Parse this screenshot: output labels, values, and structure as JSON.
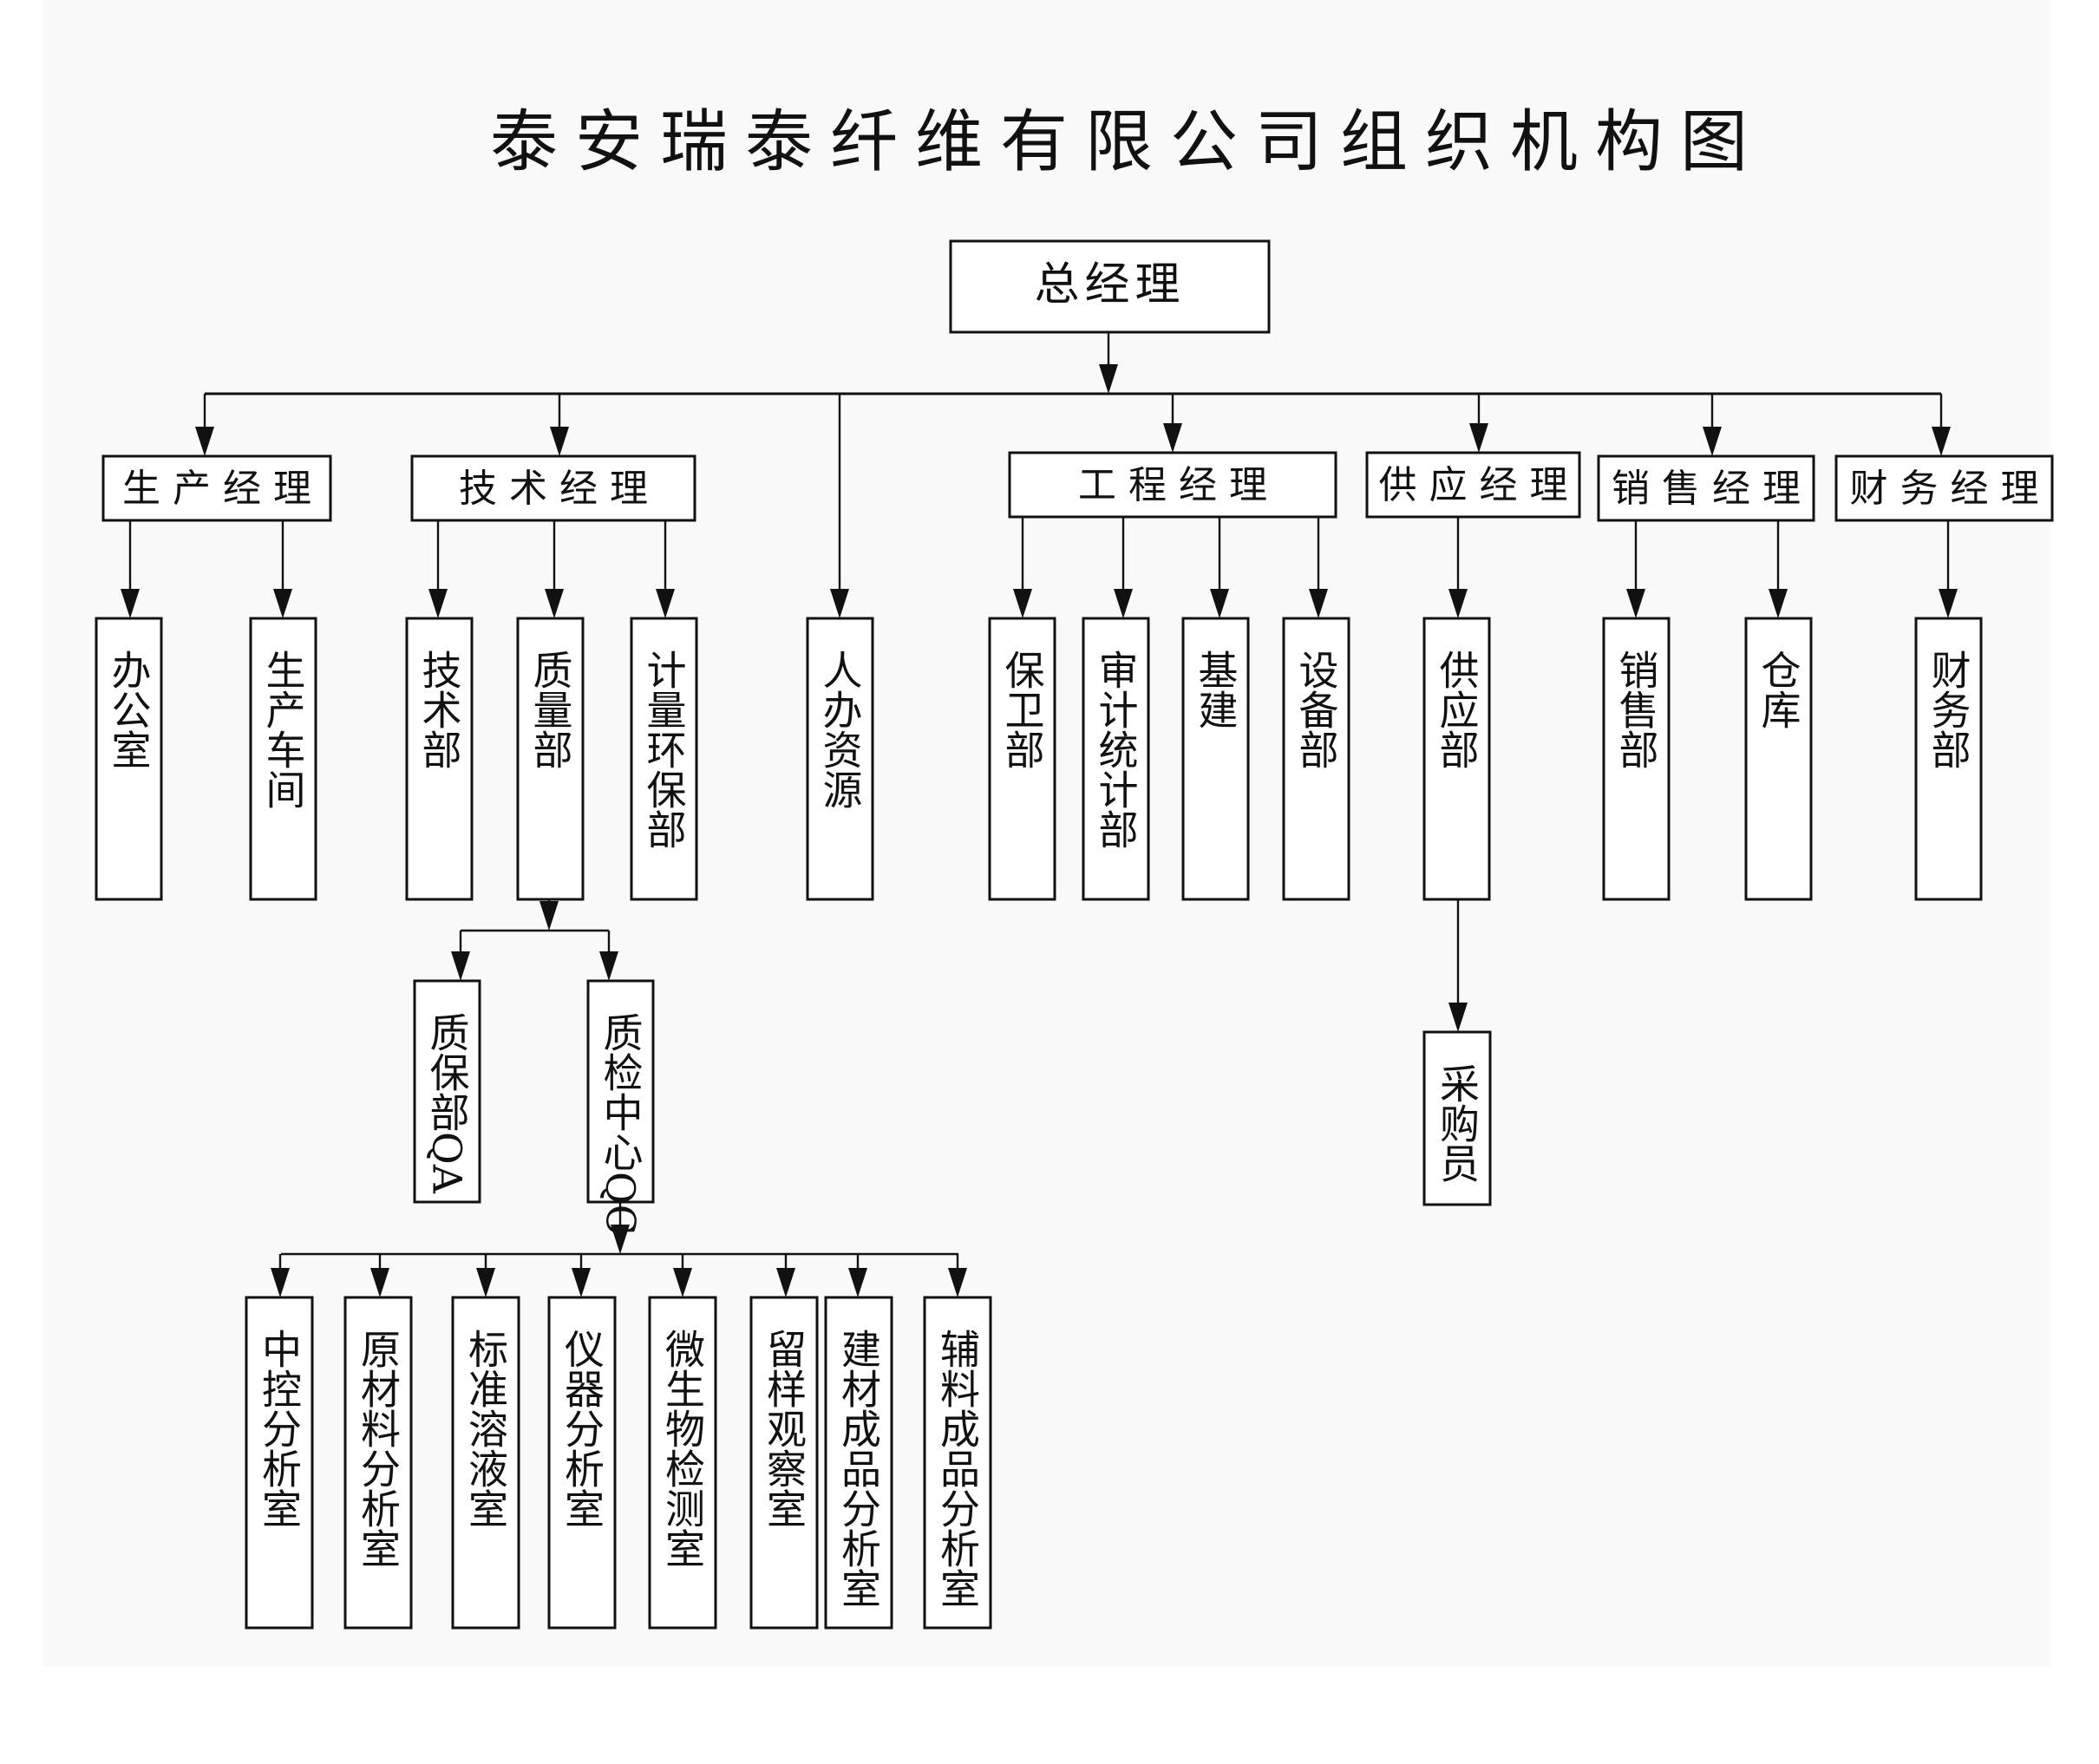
{
  "title": "泰安瑞泰纤维有限公司组织机构图",
  "colors": {
    "line": "#111111",
    "box_fill": "#ffffff",
    "background": "#f9f9f9"
  },
  "root": {
    "label": "总经理"
  },
  "managers": [
    {
      "id": "production",
      "label": "生 产 经 理"
    },
    {
      "id": "technical",
      "label": "技 术 经 理"
    },
    {
      "id": "engineering",
      "label": "工 程 经 理"
    },
    {
      "id": "supply",
      "label": "供 应 经 理"
    },
    {
      "id": "sales",
      "label": "销 售 经 理"
    },
    {
      "id": "finance",
      "label": "财 务 经 理"
    }
  ],
  "departments": [
    {
      "id": "office",
      "label": "办公室",
      "parent": "production"
    },
    {
      "id": "workshop",
      "label": "生产车间",
      "parent": "production"
    },
    {
      "id": "tech-dept",
      "label": "技术部",
      "parent": "technical"
    },
    {
      "id": "quality-dept",
      "label": "质量部",
      "parent": "technical"
    },
    {
      "id": "metrology-env",
      "label": "计量环保部",
      "parent": "technical"
    },
    {
      "id": "hr",
      "label": "人办资源",
      "parent": "root"
    },
    {
      "id": "security",
      "label": "保卫部",
      "parent": "engineering"
    },
    {
      "id": "audit-stats",
      "label": "审计统计部",
      "parent": "engineering"
    },
    {
      "id": "construction",
      "label": "基建",
      "parent": "engineering"
    },
    {
      "id": "equipment",
      "label": "设备部",
      "parent": "engineering"
    },
    {
      "id": "supply-dept",
      "label": "供应部",
      "parent": "supply"
    },
    {
      "id": "sales-dept",
      "label": "销售部",
      "parent": "sales"
    },
    {
      "id": "warehouse",
      "label": "仓库",
      "parent": "sales"
    },
    {
      "id": "finance-dept",
      "label": "财务部",
      "parent": "finance"
    }
  ],
  "quality_units": [
    {
      "id": "qa",
      "label": "质保部QA"
    },
    {
      "id": "qc",
      "label": "质检中心QC"
    }
  ],
  "qc_labs": [
    {
      "label": "中控分析室"
    },
    {
      "label": "原材料分析室"
    },
    {
      "label": "标准溶液室"
    },
    {
      "label": "仪器分析室"
    },
    {
      "label": "微生物检测室"
    },
    {
      "label": "留样观察室"
    },
    {
      "label": "建材成品分析室"
    },
    {
      "label": "辅料成品分析室"
    }
  ],
  "purchaser": {
    "label": "采购员"
  }
}
